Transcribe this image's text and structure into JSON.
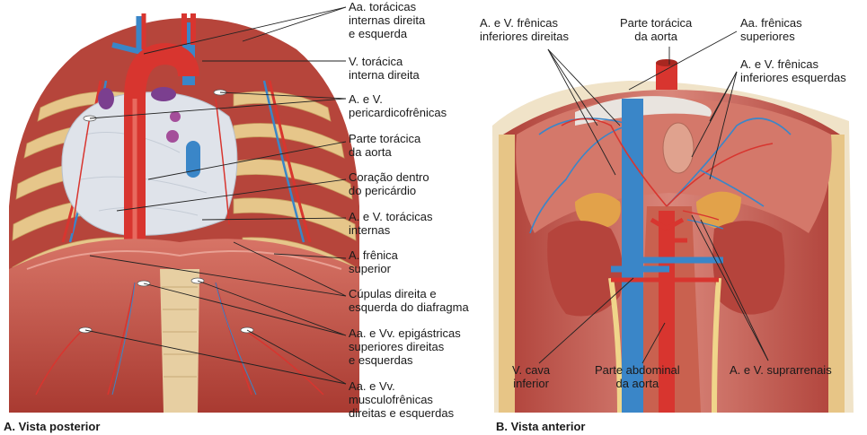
{
  "panel_a": {
    "caption": "A. Vista posterior",
    "labels": {
      "internal_thoracic_arteries": "Aa. torácicas\ninternas direita\ne esquerda",
      "right_internal_thoracic_vein": "V. torácica\ninterna direita",
      "pericardiacophrenic": "A. e V.\npericardicofrênicas",
      "thoracic_aorta": "Parte torácica\nda aorta",
      "heart_pericardium": "Coração dentro\ndo pericárdio",
      "internal_thoracic_av": "A. e V. torácicas\ninternas",
      "superior_phrenic_artery": "A. frênica\nsuperior",
      "diaphragm_domes": "Cúpulas direita e\nesquerda do diafragma",
      "superior_epigastric": "Aa. e Vv. epigástricas\nsuperiores direitas\ne esquerdas",
      "musculophrenic": "Aa. e Vv.\nmusculofrênicas\ndireitas e esquerdas"
    }
  },
  "panel_b": {
    "caption": "B. Vista anterior",
    "labels": {
      "right_inferior_phrenic": "A. e V. frênicas\ninferiores direitas",
      "thoracic_aorta": "Parte torácica\nda aorta",
      "superior_phrenic_arteries": "Aa. frênicas\nsuperiores",
      "left_inferior_phrenic": "A. e V. frênicas\ninferiores esquerdas",
      "ivc": "V. cava\ninferior",
      "abdominal_aorta": "Parte abdominal\nda aorta",
      "suprarenal": "A. e V. suprarrenais"
    }
  },
  "colors": {
    "artery": "#d8352f",
    "vein": "#3a86c8",
    "muscle": "#b8433a",
    "rib": "#e8c98a",
    "pericardium": "#dfe3ea",
    "kidney": "#b5443c",
    "adrenal": "#e2a24a"
  }
}
